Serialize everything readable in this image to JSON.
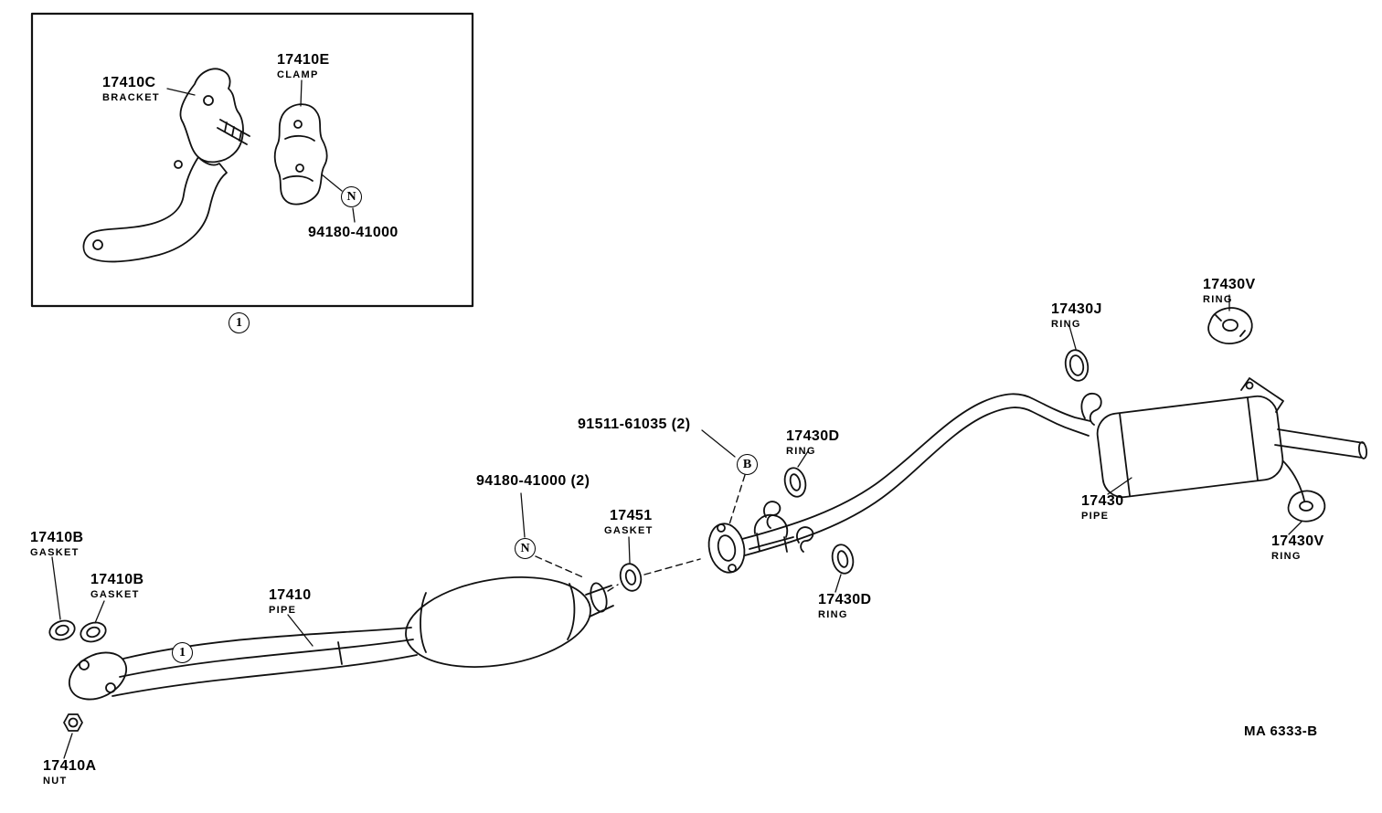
{
  "inset": {
    "callout": "1",
    "symbol_n": "N",
    "labels": {
      "bracket": {
        "part": "17410C",
        "desc": "BRACKET"
      },
      "clamp": {
        "part": "17410E",
        "desc": "CLAMP"
      },
      "stud": {
        "part": "94180-41000"
      }
    }
  },
  "main": {
    "callout": "1",
    "symbol_n": "N",
    "symbol_b": "B",
    "labels": {
      "ring_17430j": {
        "part": "17430J",
        "desc": "RING"
      },
      "ring_17430v_top": {
        "part": "17430V",
        "desc": "RING"
      },
      "bolt_91511": {
        "part": "91511-61035 (2)"
      },
      "ring_17430d_top": {
        "part": "17430D",
        "desc": "RING"
      },
      "nut_94180": {
        "part": "94180-41000 (2)"
      },
      "gasket_17451": {
        "part": "17451",
        "desc": "GASKET"
      },
      "pipe_17430": {
        "part": "17430",
        "desc": "PIPE"
      },
      "ring_17430v_bottom": {
        "part": "17430V",
        "desc": "RING"
      },
      "gasket_17410b_outer": {
        "part": "17410B",
        "desc": "GASKET"
      },
      "gasket_17410b_inner": {
        "part": "17410B",
        "desc": "GASKET"
      },
      "pipe_17410": {
        "part": "17410",
        "desc": "PIPE"
      },
      "ring_17430d_bottom": {
        "part": "17430D",
        "desc": "RING"
      },
      "nut_17410a": {
        "part": "17410A",
        "desc": "NUT"
      }
    }
  },
  "footer": {
    "drawing_code": "MA 6333-B"
  }
}
